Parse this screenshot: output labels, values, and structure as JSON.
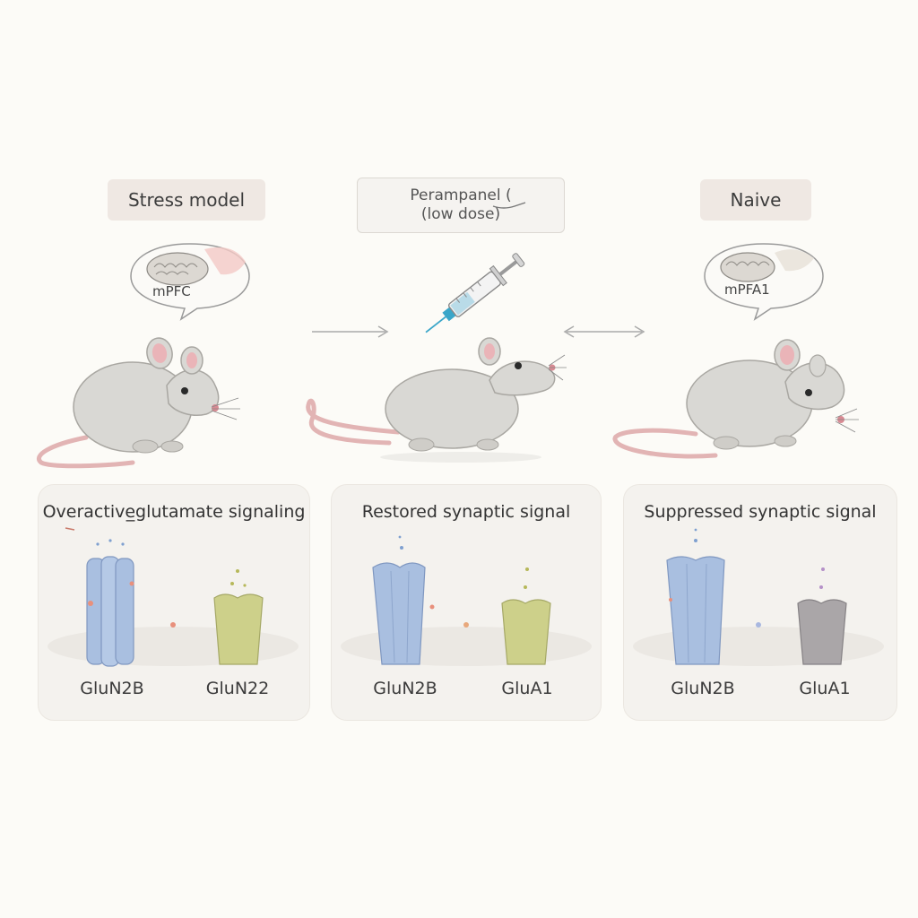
{
  "headers": {
    "stress": "Stress model",
    "perampanel_line1": "Perampanel (",
    "perampanel_line2": "(low dose)",
    "naive": "Naive"
  },
  "bubbles": {
    "left": "mPFC",
    "right": "mPFA1"
  },
  "panels": [
    {
      "title": "Overactive̲glutamate signaling",
      "receptor_left": "GluN2B",
      "receptor_right": "GluN22"
    },
    {
      "title": "Restored synaptic signal",
      "receptor_left": "GluN2B",
      "receptor_right": "GluA1"
    },
    {
      "title": "Suppressed synaptic signal",
      "receptor_left": "GluN2B",
      "receptor_right": "GluA1"
    }
  ],
  "colors": {
    "rat_body": "#d9d8d4",
    "rat_tail": "#e2b4b4",
    "receptor_blue": "#a9bfe0",
    "receptor_green": "#cdd08a",
    "receptor_gray": "#aaa6a8",
    "syringe_blue": "#3aa6c9"
  }
}
